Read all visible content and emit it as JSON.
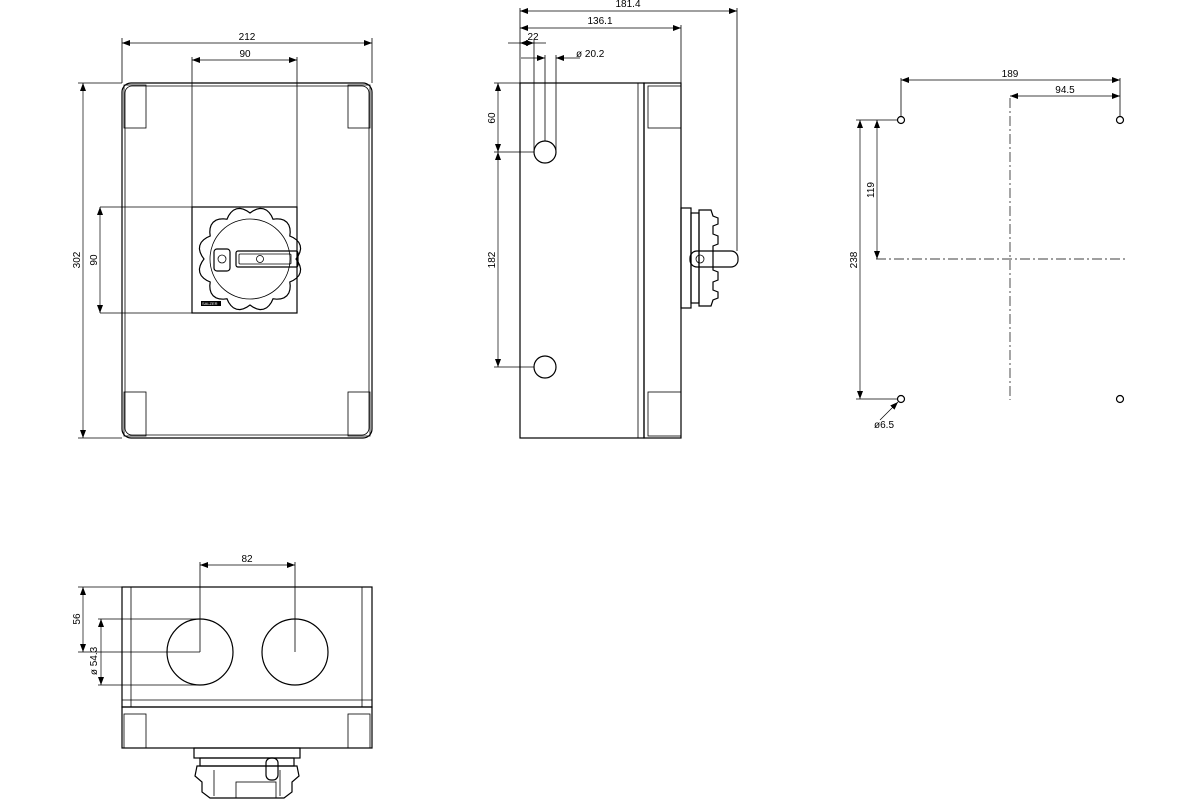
{
  "front": {
    "w": "212",
    "w2": "90",
    "h": "302",
    "h2": "90",
    "maker": "SALZER"
  },
  "side": {
    "d1": "181.4",
    "d2": "136.1",
    "d3": "22",
    "dia": "ø 20.2",
    "v1": "60",
    "v2": "182"
  },
  "holes": {
    "w": "189",
    "w2": "94.5",
    "h1": "119",
    "h2": "238",
    "dia": "ø6.5"
  },
  "bottom": {
    "w": "82",
    "v1": "56",
    "dia": "ø 54.3"
  }
}
